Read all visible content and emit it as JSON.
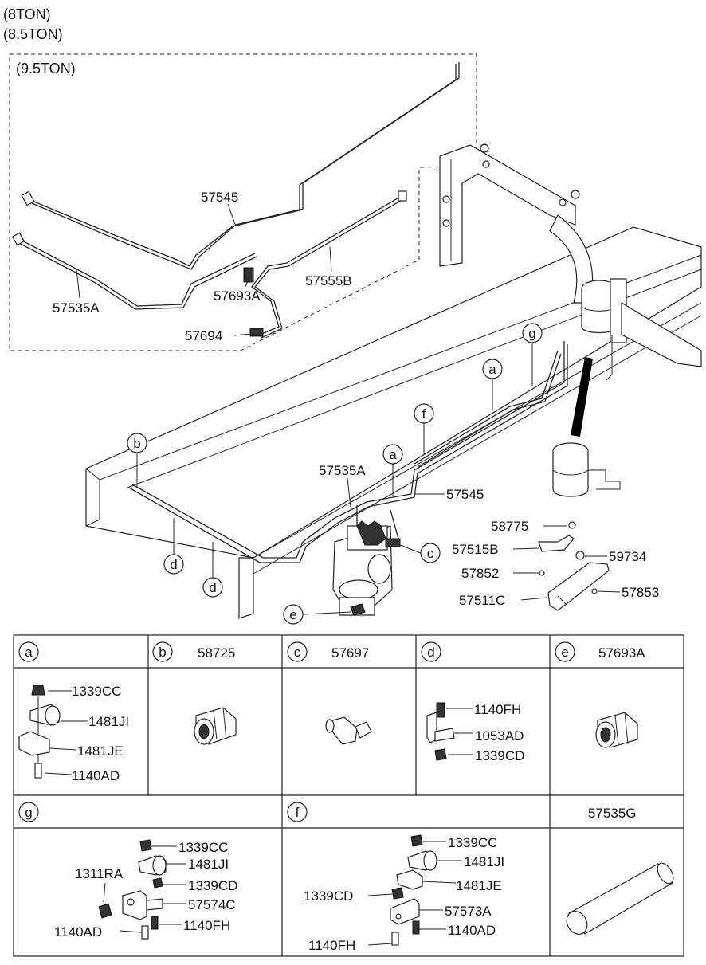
{
  "variants": {
    "ton8": "(8TON)",
    "ton85": "(8.5TON)",
    "ton95": "(9.5TON)"
  },
  "main_labels": {
    "l57545_top": "57545",
    "l57535A_top": "57535A",
    "l57693A": "57693A",
    "l57555B": "57555B",
    "l57694": "57694",
    "l57535A_mid": "57535A",
    "l57545_mid": "57545",
    "l58775": "58775",
    "l57515B": "57515B",
    "l59734": "59734",
    "l57852": "57852",
    "l57511C": "57511C",
    "l57853": "57853"
  },
  "callouts": {
    "a": "a",
    "b": "b",
    "c": "c",
    "d": "d",
    "e": "e",
    "f": "f",
    "g": "g"
  },
  "table": {
    "row1": [
      {
        "letter": "a",
        "part": ""
      },
      {
        "letter": "b",
        "part": "58725"
      },
      {
        "letter": "c",
        "part": "57697"
      },
      {
        "letter": "d",
        "part": ""
      },
      {
        "letter": "e",
        "part": "57693A"
      }
    ],
    "row2": [
      {
        "letter": "g",
        "part": ""
      },
      {
        "letter": "f",
        "part": ""
      },
      {
        "letter": "",
        "part": "57535G"
      }
    ],
    "a_parts": [
      "1339CC",
      "1481JI",
      "1481JE",
      "1140AD"
    ],
    "d_parts": [
      "1140FH",
      "1053AD",
      "1339CD"
    ],
    "g_parts": [
      "1339CC",
      "1481JI",
      "1311RA",
      "1339CD",
      "57574C",
      "1140AD",
      "1140FH"
    ],
    "f_parts": [
      "1339CC",
      "1481JI",
      "1481JE",
      "1339CD",
      "57573A",
      "1140AD",
      "1140FH"
    ]
  }
}
